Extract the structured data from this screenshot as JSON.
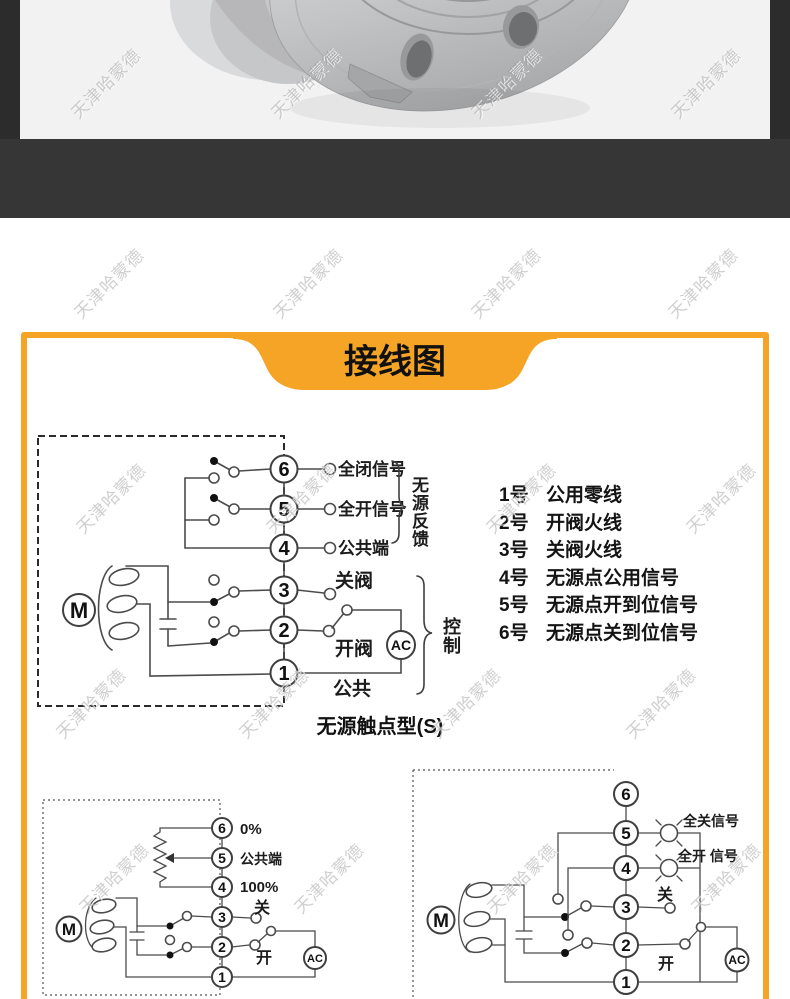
{
  "watermark": {
    "text": "天津哈蒙德"
  },
  "banner": {
    "title": "接线图"
  },
  "legend": {
    "items": [
      {
        "num": "1号",
        "desc": "公用零线"
      },
      {
        "num": "2号",
        "desc": "开阀火线"
      },
      {
        "num": "3号",
        "desc": "关阀火线"
      },
      {
        "num": "4号",
        "desc": "无源点公用信号"
      },
      {
        "num": "5号",
        "desc": "无源点开到位信号"
      },
      {
        "num": "6号",
        "desc": "无源点关到位信号"
      }
    ]
  },
  "main_diagram": {
    "terminals": [
      "6",
      "5",
      "4",
      "3",
      "2",
      "1"
    ],
    "labels": {
      "full_close_signal": "全闭信号",
      "full_open_signal": "全开信号",
      "common_terminal": "公共端",
      "close_valve": "关阀",
      "open_valve": "开阀",
      "common": "公共"
    },
    "brace_feedback": "无源反馈",
    "brace_control": "控制",
    "motor_label": "M",
    "ac_label": "AC",
    "caption": "无源触点型(S)"
  },
  "modulating_diagram": {
    "terminals": [
      "6",
      "5",
      "4",
      "3",
      "2",
      "1"
    ],
    "labels": {
      "zero_percent": "0%",
      "common_terminal": "公共端",
      "hundred_percent": "100%",
      "close": "关",
      "open": "开"
    },
    "motor_label": "M",
    "ac_label": "AC"
  },
  "lamp_diagram": {
    "terminals": [
      "6",
      "5",
      "4",
      "3",
      "2",
      "1"
    ],
    "labels": {
      "full_close_signal": "全关信号",
      "full_open_signal": "全开 信号",
      "close": "关",
      "open": "开"
    },
    "motor_label": "M",
    "ac_label": "AC"
  }
}
